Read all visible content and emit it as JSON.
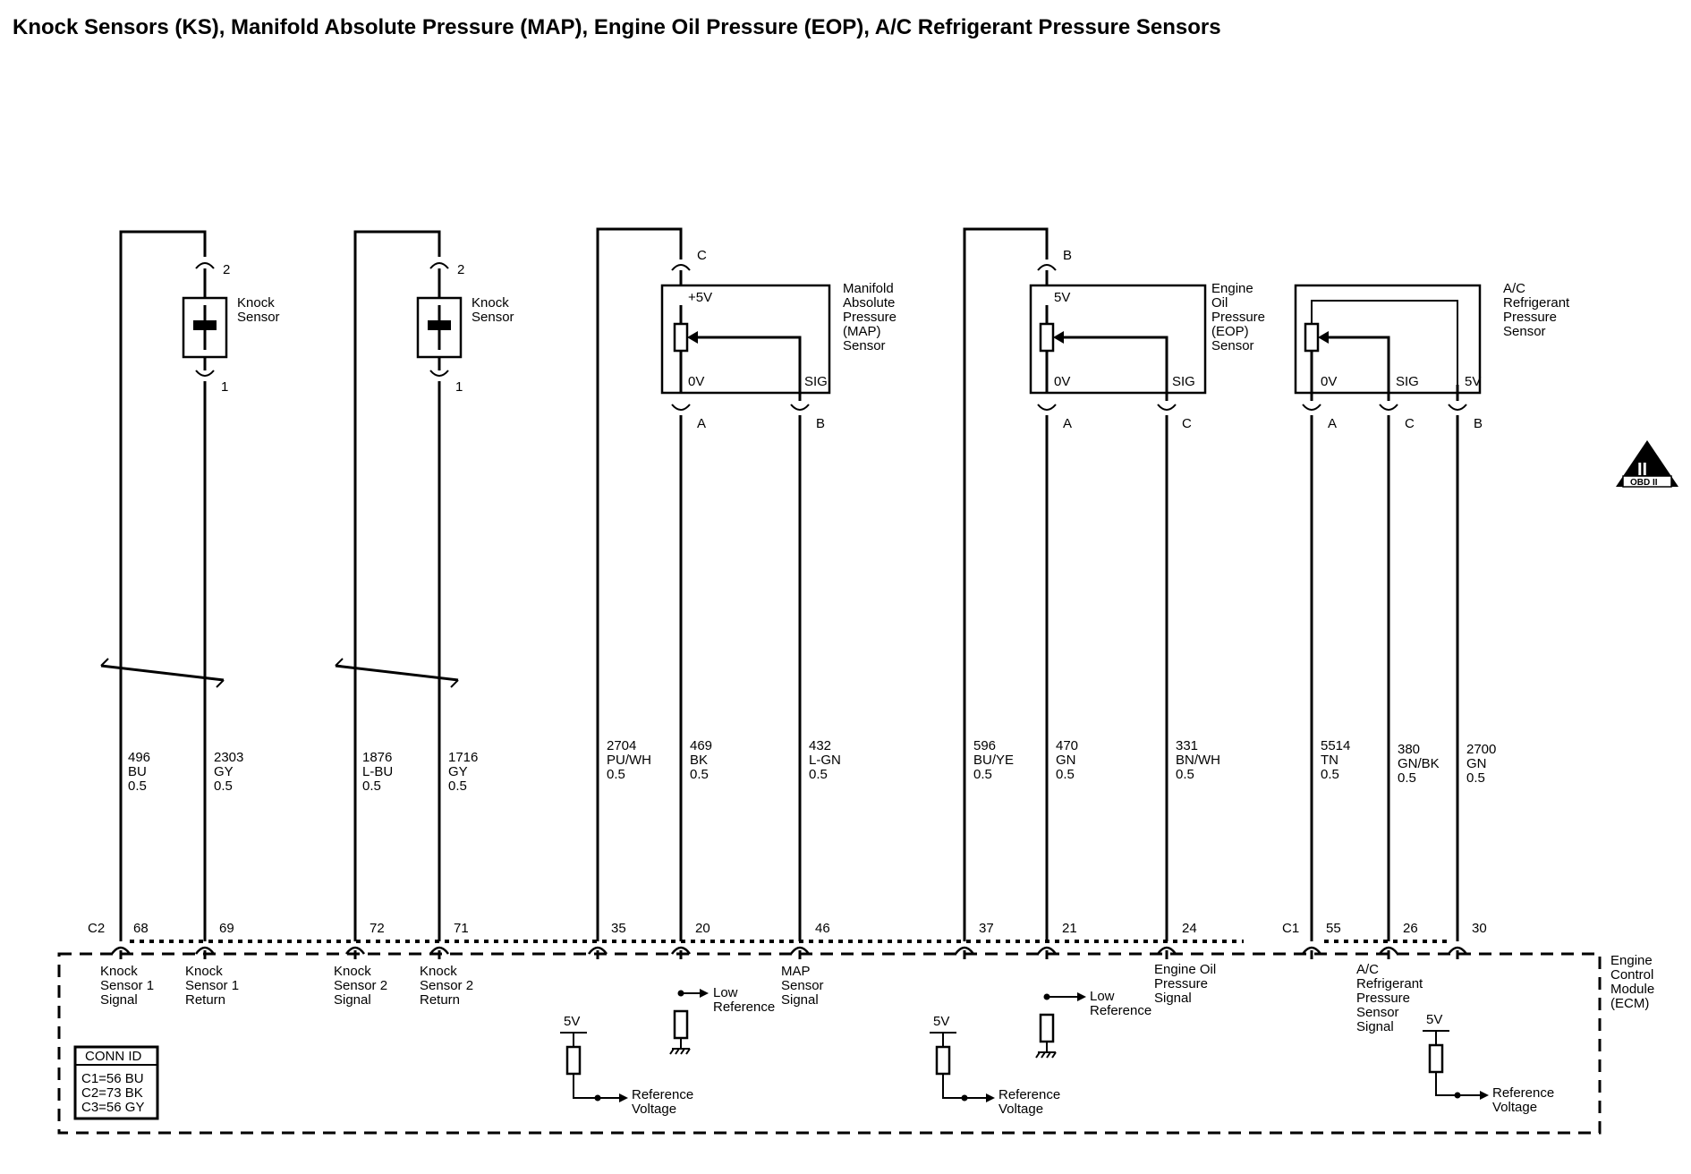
{
  "title": "Knock Sensors (KS), Manifold Absolute Pressure (MAP), Engine Oil Pressure (EOP), A/C Refrigerant Pressure Sensors",
  "components": {
    "knock_sensor_1": {
      "label": [
        "Knock",
        "Sensor"
      ],
      "pin_top": "2",
      "pin_bottom": "1"
    },
    "knock_sensor_2": {
      "label": [
        "Knock",
        "Sensor"
      ],
      "pin_top": "2",
      "pin_bottom": "1"
    },
    "map_sensor": {
      "label": [
        "Manifold",
        "Absolute",
        "Pressure",
        "(MAP)",
        "Sensor"
      ],
      "pin_top": "C",
      "supply": "+5V",
      "ground": "0V",
      "signal": "SIG",
      "pin_a": "A",
      "pin_b": "B"
    },
    "eop_sensor": {
      "label": [
        "Engine",
        "Oil",
        "Pressure",
        "(EOP)",
        "Sensor"
      ],
      "pin_top": "B",
      "supply": "5V",
      "ground": "0V",
      "signal": "SIG",
      "pin_a": "A",
      "pin_c": "C"
    },
    "ac_sensor": {
      "label": [
        "A/C",
        "Refrigerant",
        "Pressure",
        "Sensor"
      ],
      "ground": "0V",
      "signal": "SIG",
      "supply": "5V",
      "pin_a": "A",
      "pin_c": "C",
      "pin_b": "B"
    }
  },
  "wires": [
    {
      "circuit": "496",
      "color": "BU",
      "size": "0.5"
    },
    {
      "circuit": "2303",
      "color": "GY",
      "size": "0.5"
    },
    {
      "circuit": "1876",
      "color": "L-BU",
      "size": "0.5"
    },
    {
      "circuit": "1716",
      "color": "GY",
      "size": "0.5"
    },
    {
      "circuit": "2704",
      "color": "PU/WH",
      "size": "0.5"
    },
    {
      "circuit": "469",
      "color": "BK",
      "size": "0.5"
    },
    {
      "circuit": "432",
      "color": "L-GN",
      "size": "0.5"
    },
    {
      "circuit": "596",
      "color": "BU/YE",
      "size": "0.5"
    },
    {
      "circuit": "470",
      "color": "GN",
      "size": "0.5"
    },
    {
      "circuit": "331",
      "color": "BN/WH",
      "size": "0.5"
    },
    {
      "circuit": "5514",
      "color": "TN",
      "size": "0.5"
    },
    {
      "circuit": "380",
      "color": "GN/BK",
      "size": "0.5"
    },
    {
      "circuit": "2700",
      "color": "GN",
      "size": "0.5"
    }
  ],
  "connectors": {
    "c2": "C2",
    "c1": "C1"
  },
  "ecm_pins": [
    "68",
    "69",
    "72",
    "71",
    "35",
    "20",
    "46",
    "37",
    "21",
    "24",
    "55",
    "26",
    "30"
  ],
  "ecm_labels": {
    "ks1_signal": [
      "Knock",
      "Sensor 1",
      "Signal"
    ],
    "ks1_return": [
      "Knock",
      "Sensor 1",
      "Return"
    ],
    "ks2_signal": [
      "Knock",
      "Sensor 2",
      "Signal"
    ],
    "ks2_return": [
      "Knock",
      "Sensor 2",
      "Return"
    ],
    "map_signal": [
      "MAP",
      "Sensor",
      "Signal"
    ],
    "eop_signal": [
      "Engine Oil",
      "Pressure",
      "Signal"
    ],
    "ac_signal": [
      "A/C",
      "Refrigerant",
      "Pressure",
      "Sensor",
      "Signal"
    ],
    "low_reference": [
      "Low",
      "Reference"
    ],
    "reference_voltage": [
      "Reference",
      "Voltage"
    ],
    "five_volt": "5V"
  },
  "ecm_name": [
    "Engine",
    "Control",
    "Module",
    "(ECM)"
  ],
  "conn_id": {
    "header": "CONN ID",
    "rows": [
      "C1=56 BU",
      "C2=73 BK",
      "C3=56 GY"
    ]
  },
  "badge": {
    "symbol": "II",
    "text": "OBD II"
  }
}
